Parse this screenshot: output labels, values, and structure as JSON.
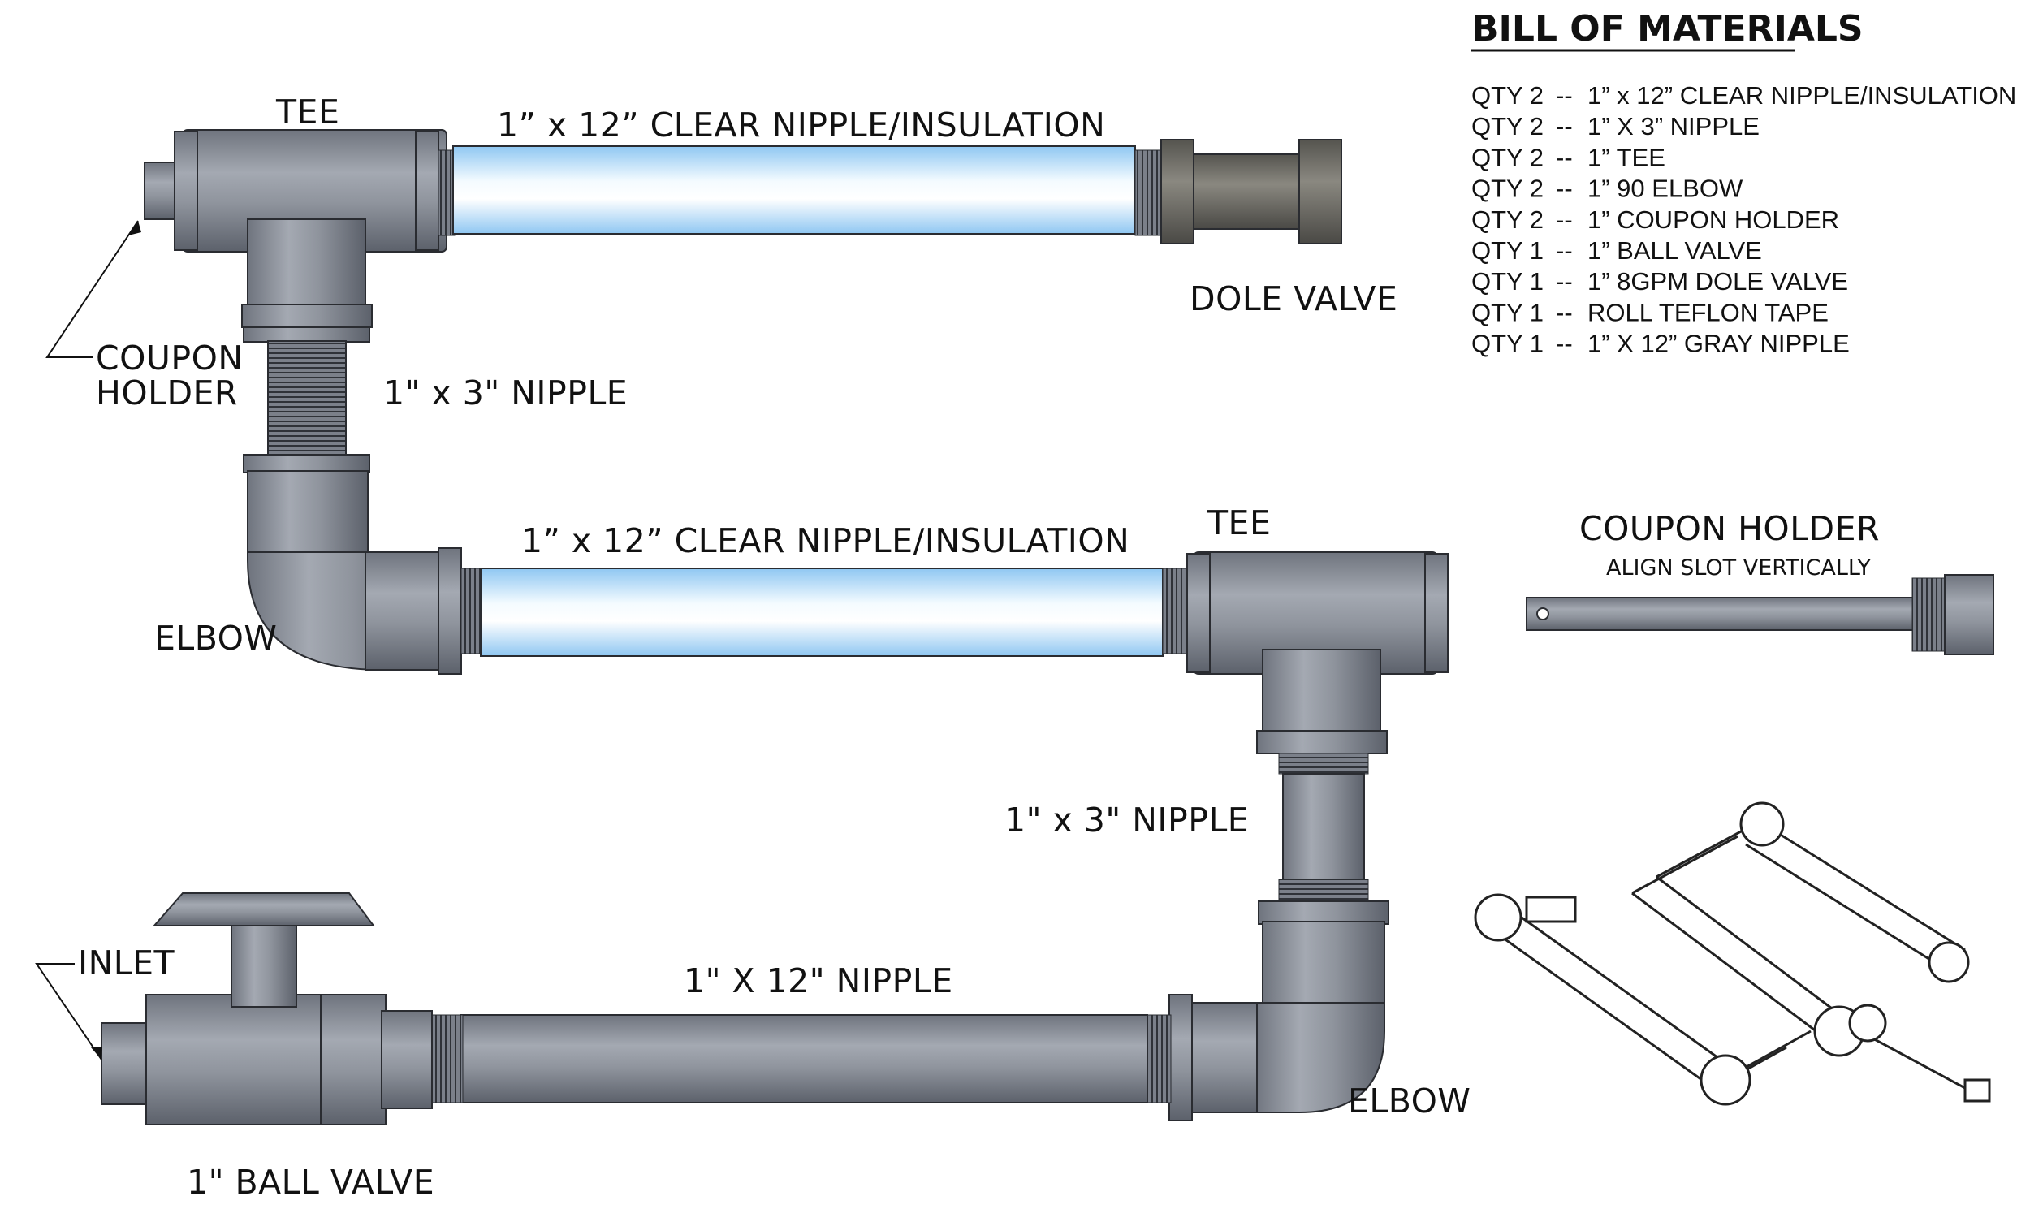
{
  "labels": {
    "tee_top": "TEE",
    "clear_nipple_top": "1” x 12” CLEAR NIPPLE/INSULATION",
    "dole_valve": "DOLE VALVE",
    "coupon_holder_line1": "COUPON",
    "coupon_holder_line2": "HOLDER",
    "nipple_3_left": "1\" x 3\" NIPPLE",
    "clear_nipple_mid": "1” x 12” CLEAR NIPPLE/INSULATION",
    "tee_mid": "TEE",
    "elbow_left": "ELBOW",
    "nipple_3_right": "1\" x 3\" NIPPLE",
    "inlet": "INLET",
    "nipple_12_bottom": "1\" X 12\" NIPPLE",
    "elbow_right": "ELBOW",
    "ball_valve": "1\" BALL VALVE"
  },
  "bom": {
    "title": "BILL OF MATERIALS",
    "rows": [
      {
        "qty": "QTY 2",
        "sep": "--",
        "item": "1” x 12” CLEAR NIPPLE/INSULATION"
      },
      {
        "qty": "QTY 2",
        "sep": "--",
        "item": "1” X 3” NIPPLE"
      },
      {
        "qty": "QTY 2",
        "sep": "--",
        "item": "1” TEE"
      },
      {
        "qty": "QTY 2",
        "sep": "--",
        "item": "1” 90 ELBOW"
      },
      {
        "qty": "QTY 2",
        "sep": "--",
        "item": "1” COUPON HOLDER"
      },
      {
        "qty": "QTY 1",
        "sep": "--",
        "item": "1” BALL VALVE"
      },
      {
        "qty": "QTY 1",
        "sep": "--",
        "item": "1” 8GPM DOLE VALVE"
      },
      {
        "qty": "QTY 1",
        "sep": "--",
        "item": "ROLL TEFLON TAPE"
      },
      {
        "qty": "QTY 1",
        "sep": "--",
        "item": "1” X 12” GRAY NIPPLE"
      }
    ]
  },
  "coupon_detail": {
    "title": "COUPON HOLDER",
    "note": "ALIGN SLOT VERTICALLY"
  },
  "colors": {
    "pipe_gray": "#8f949d",
    "pipe_dark": "#6b707a",
    "clear_blue": "#bfe3ff",
    "dole_brass": "#6e6c66",
    "outline": "#2a2c31"
  }
}
